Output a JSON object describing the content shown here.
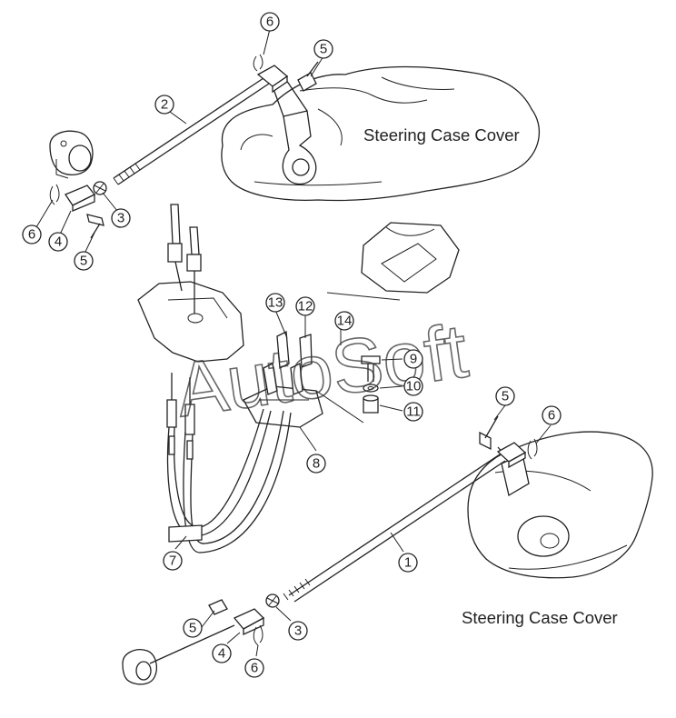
{
  "labels": {
    "top_cover": "Steering Case Cover",
    "bottom_cover": "Steering Case Cover"
  },
  "watermark": "AutoSoft",
  "callouts": {
    "c1": "1",
    "c2": "2",
    "c3a": "3",
    "c3b": "3",
    "c4a": "4",
    "c4b": "4",
    "c5a": "5",
    "c5b": "5",
    "c5c": "5",
    "c5d": "5",
    "c6a": "6",
    "c6b": "6",
    "c6c": "6",
    "c6d": "6",
    "c7": "7",
    "c8": "8",
    "c9": "9",
    "c10": "10",
    "c11": "11",
    "c12": "12",
    "c13": "13",
    "c14": "14"
  },
  "colors": {
    "line": "#222222",
    "background": "#ffffff"
  }
}
